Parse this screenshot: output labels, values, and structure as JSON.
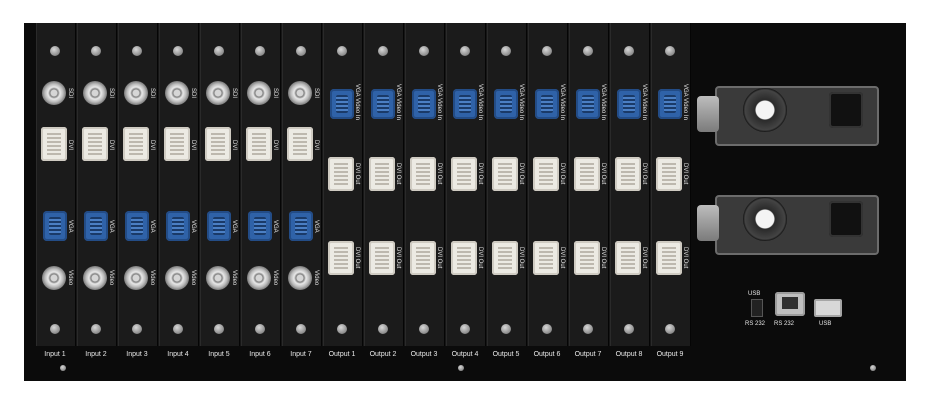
{
  "inputs": {
    "cards": [
      {
        "label": "Input 1",
        "sdi": "SDI",
        "dvi": "DVI",
        "vga": "VGA",
        "video": "Video"
      },
      {
        "label": "Input 2",
        "sdi": "SDI",
        "dvi": "DVI",
        "vga": "VGA",
        "video": "Video"
      },
      {
        "label": "Input 3",
        "sdi": "SDI",
        "dvi": "DVI",
        "vga": "VGA",
        "video": "Video"
      },
      {
        "label": "Input 4",
        "sdi": "SDI",
        "dvi": "DVI",
        "vga": "VGA",
        "video": "Video"
      },
      {
        "label": "Input 5",
        "sdi": "SDI",
        "dvi": "DVI",
        "vga": "VGA",
        "video": "Video"
      },
      {
        "label": "Input 6",
        "sdi": "SDI",
        "dvi": "DVI",
        "vga": "VGA",
        "video": "Video"
      },
      {
        "label": "Input 7",
        "sdi": "SDI",
        "dvi": "DVI",
        "vga": "VGA",
        "video": "Video"
      }
    ]
  },
  "outputs": {
    "cards": [
      {
        "label": "Output 1",
        "vga_in": "VGA Video In",
        "dvi_out_1": "DVI Out",
        "dvi_out_2": "DVI Out"
      },
      {
        "label": "Output 2",
        "vga_in": "VGA Video In",
        "dvi_out_1": "DVI Out",
        "dvi_out_2": "DVI Out"
      },
      {
        "label": "Output 3",
        "vga_in": "VGA Video In",
        "dvi_out_1": "DVI Out",
        "dvi_out_2": "DVI Out"
      },
      {
        "label": "Output 4",
        "vga_in": "VGA Video In",
        "dvi_out_1": "DVI Out",
        "dvi_out_2": "DVI Out"
      },
      {
        "label": "Output 5",
        "vga_in": "VGA Video In",
        "dvi_out_1": "DVI Out",
        "dvi_out_2": "DVI Out"
      },
      {
        "label": "Output 6",
        "vga_in": "VGA Video In",
        "dvi_out_1": "DVI Out",
        "dvi_out_2": "DVI Out"
      },
      {
        "label": "Output 7",
        "vga_in": "VGA Video In",
        "dvi_out_1": "DVI Out",
        "dvi_out_2": "DVI Out"
      },
      {
        "label": "Output 8",
        "vga_in": "VGA Video In",
        "dvi_out_1": "DVI Out",
        "dvi_out_2": "DVI Out"
      },
      {
        "label": "Output 9",
        "vga_in": "VGA Video In",
        "dvi_out_1": "DVI Out",
        "dvi_out_2": "DVI Out"
      }
    ]
  },
  "ports": {
    "usb_switch_top": "USB",
    "usb_switch_bottom": "RS 232",
    "rs232": "RS 232",
    "usb": "USB"
  },
  "colors": {
    "vga_blue": "#2f62a8",
    "dvi_ivory": "#eceae3",
    "chassis": "#0b0b0b"
  },
  "icons": {
    "power_supply": "power-supply-icon",
    "fan": "fan-icon",
    "screw": "screw-icon"
  }
}
